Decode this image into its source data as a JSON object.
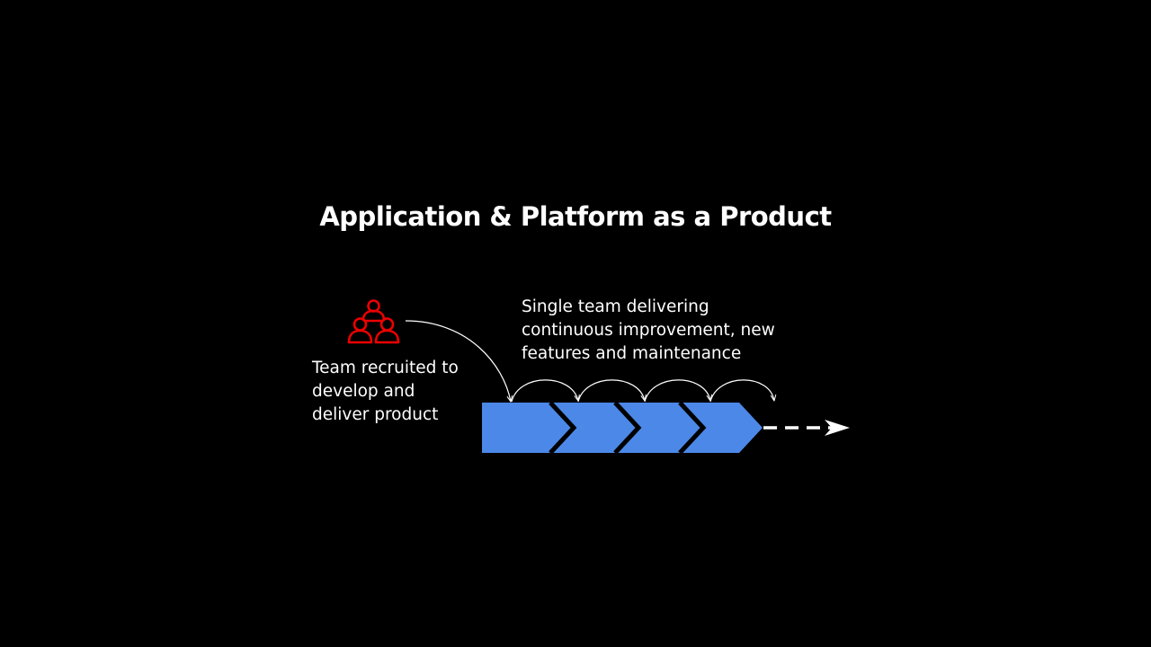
{
  "title": "Application & Platform as a Product",
  "team": {
    "icon": "team-people-icon",
    "icon_color": "#ee0000",
    "caption_lines": [
      "Team recruited to",
      "develop and",
      "deliver product"
    ]
  },
  "delivery": {
    "caption_lines": [
      "Single team delivering",
      "continuous improvement, new",
      "features and maintenance"
    ],
    "chevron_color": "#4c88e8",
    "chevron_count": 4
  },
  "colors": {
    "background": "#000000",
    "text": "#ffffff",
    "accent_red": "#ee0000",
    "chevron_blue": "#4c88e8"
  }
}
